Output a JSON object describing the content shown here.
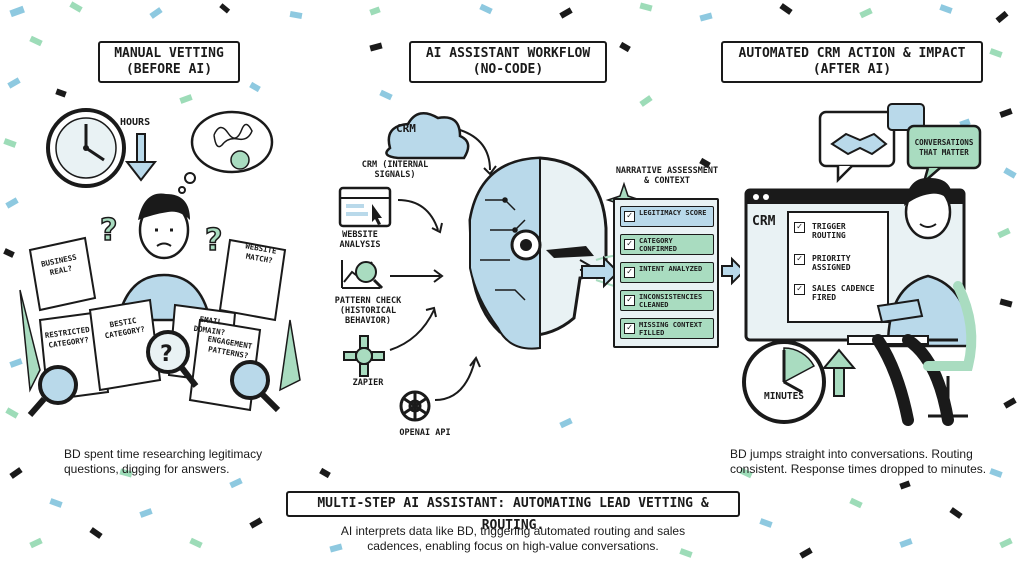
{
  "colors": {
    "ink": "#1a1a1a",
    "mint": "#a9dcc0",
    "sky": "#b9d9ea",
    "pale": "#e9f2f4",
    "confetti_blue": "#8ec9e0",
    "confetti_green": "#9ddcb8",
    "confetti_black": "#1a1a1a"
  },
  "left": {
    "title": "MANUAL VETTING",
    "subtitle": "(BEFORE AI)",
    "hours_label": "HOURS",
    "doc_labels": [
      "BUSINESS REAL?",
      "WEBSITE MATCH?",
      "RESTRICTED CATEGORY?",
      "BESTIC CATEGORY?",
      "EMAIL DOMAIN?",
      "ENGAGEMENT PATTERNS?"
    ],
    "caption": "BD spent time researching legitimacy questions, digging for answers."
  },
  "middle": {
    "title": "AI ASSISTANT WORKFLOW",
    "subtitle": "(NO-CODE)",
    "crm_cloud": "CRM",
    "crm_label": "CRM (INTERNAL SIGNALS)",
    "website_label": "WEBSITE ANALYSIS",
    "pattern_label": "PATTERN CHECK (HISTORICAL BEHAVIOR)",
    "zapier_label": "ZAPIER",
    "openai_label": "OPENAI API",
    "narrative_title": "NARRATIVE ASSESSMENT & CONTEXT",
    "narrative_items": [
      "LEGITIMACY SCORE",
      "CATEGORY CONFIRMED",
      "INTENT ANALYZED",
      "INCONSISTENCIES CLEANED",
      "MISSING CONTEXT FILLED"
    ]
  },
  "right": {
    "title": "AUTOMATED CRM ACTION & IMPACT",
    "subtitle": "(AFTER AI)",
    "bubble": "CONVERSATIONS THAT MATTER",
    "crm_title": "CRM",
    "crm_items": [
      "TRIGGER ROUTING",
      "PRIORITY ASSIGNED",
      "SALES CADENCE FIRED"
    ],
    "minutes_label": "MINUTES",
    "caption": "BD jumps straight into conversations. Routing consistent. Response times dropped to minutes."
  },
  "bottom": {
    "headline": "MULTI-STEP AI ASSISTANT: AUTOMATING LEAD VETTING & ROUTING.",
    "caption": "AI interprets data like BD, triggering automated routing and sales cadences, enabling focus on high-value conversations."
  }
}
